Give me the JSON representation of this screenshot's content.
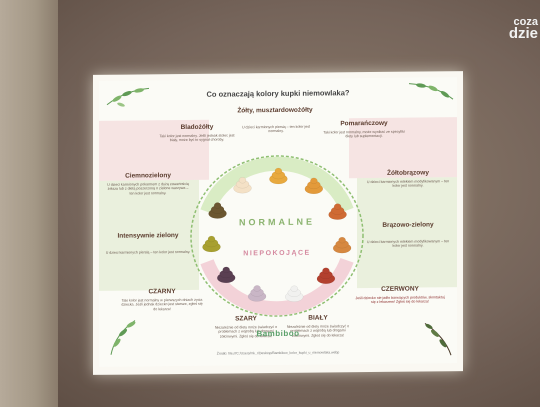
{
  "watermark": {
    "line1": "coza",
    "line2": "dzie"
  },
  "poster": {
    "title": "Co oznaczają kolory kupki niemowlaka?",
    "center_line1": "NORMALNE",
    "center_line2": "NIEPOKOJĄCE",
    "logo": "Bambiboo",
    "source": "Źródło: file:///C:/Users/mk_r/Desktop/Bambiboo_kolor_kupki_u_niemowlaka.webp"
  },
  "colors": {
    "label": "#5b3c2e",
    "wheel_normal_ring": "#d9ecc4",
    "wheel_worry_ring": "#f3d2d8",
    "leaf_green": "#5f9a55",
    "logo_green": "#5aa06a"
  },
  "items": {
    "zolty": {
      "label": "Żółty, musztardowożółty",
      "desc": "U dzieci karmionych piersią – ten kolor jest normalny."
    },
    "bladozolty": {
      "label": "Bladożółty",
      "desc": "Taki kolor jest normalny. Jeśli jednak stolec jest biały, może być to sygnał choroby."
    },
    "pomaranczowy": {
      "label": "Pomarańczowy",
      "desc": "Taki kolor jest normalny, może wynikać ze specyfiki diety lub suplementacji."
    },
    "ciemnozielony": {
      "label": "Ciemnozielony",
      "desc": "U dzieci karmionych pokarmem z dużą zawartością żelaza lub z dietą poszerzoną o zielone warzywa – ten kolor jest normalny."
    },
    "zoltobrazowy": {
      "label": "Żółtobrązowy",
      "desc": "U dzieci karmionych mlekiem modyfikowanym – ten kolor jest normalny."
    },
    "intensywnie_zielony": {
      "label": "Intensywnie zielony",
      "desc": "U dzieci karmionych piersią – ten kolor jest normalny."
    },
    "brazowo_zielony": {
      "label": "Brązowo-zielony",
      "desc": "U dzieci karmionych mlekiem modyfikowanym – ten kolor jest normalny."
    },
    "czarny": {
      "label": "CZARNY",
      "desc": "Taki kolor jest normalny w pierwszych dniach życia dziecka. Jeśli jednak dziecko jest starsze, zgłoś się do lekarza!"
    },
    "czerwony": {
      "label": "CZERWONY",
      "desc": "Jeśli dziecko nie jadło barwiących produktów, skontaktuj się z lekarzem! Zgłoś się do lekarza!"
    },
    "szary": {
      "label": "SZARY",
      "desc": "Niezależnie od diety może świadczyć o problemach z wątrobą lub drogami żółciowymi. Zgłoś się do lekarza!"
    },
    "bialy": {
      "label": "BIAŁY",
      "desc": "Niezależnie od diety może świadczyć o problemach z wątrobą lub drogami żółciowymi. Zgłoś się do lekarza!"
    }
  },
  "wheel_swatches": [
    "#f4e1c6",
    "#e8a93e",
    "#e39a3a",
    "#cf6a34",
    "#d68840",
    "#b3402e",
    "#f1f1ef",
    "#c9b6c6",
    "#5a3f52",
    "#a8a030",
    "#6b5630"
  ]
}
